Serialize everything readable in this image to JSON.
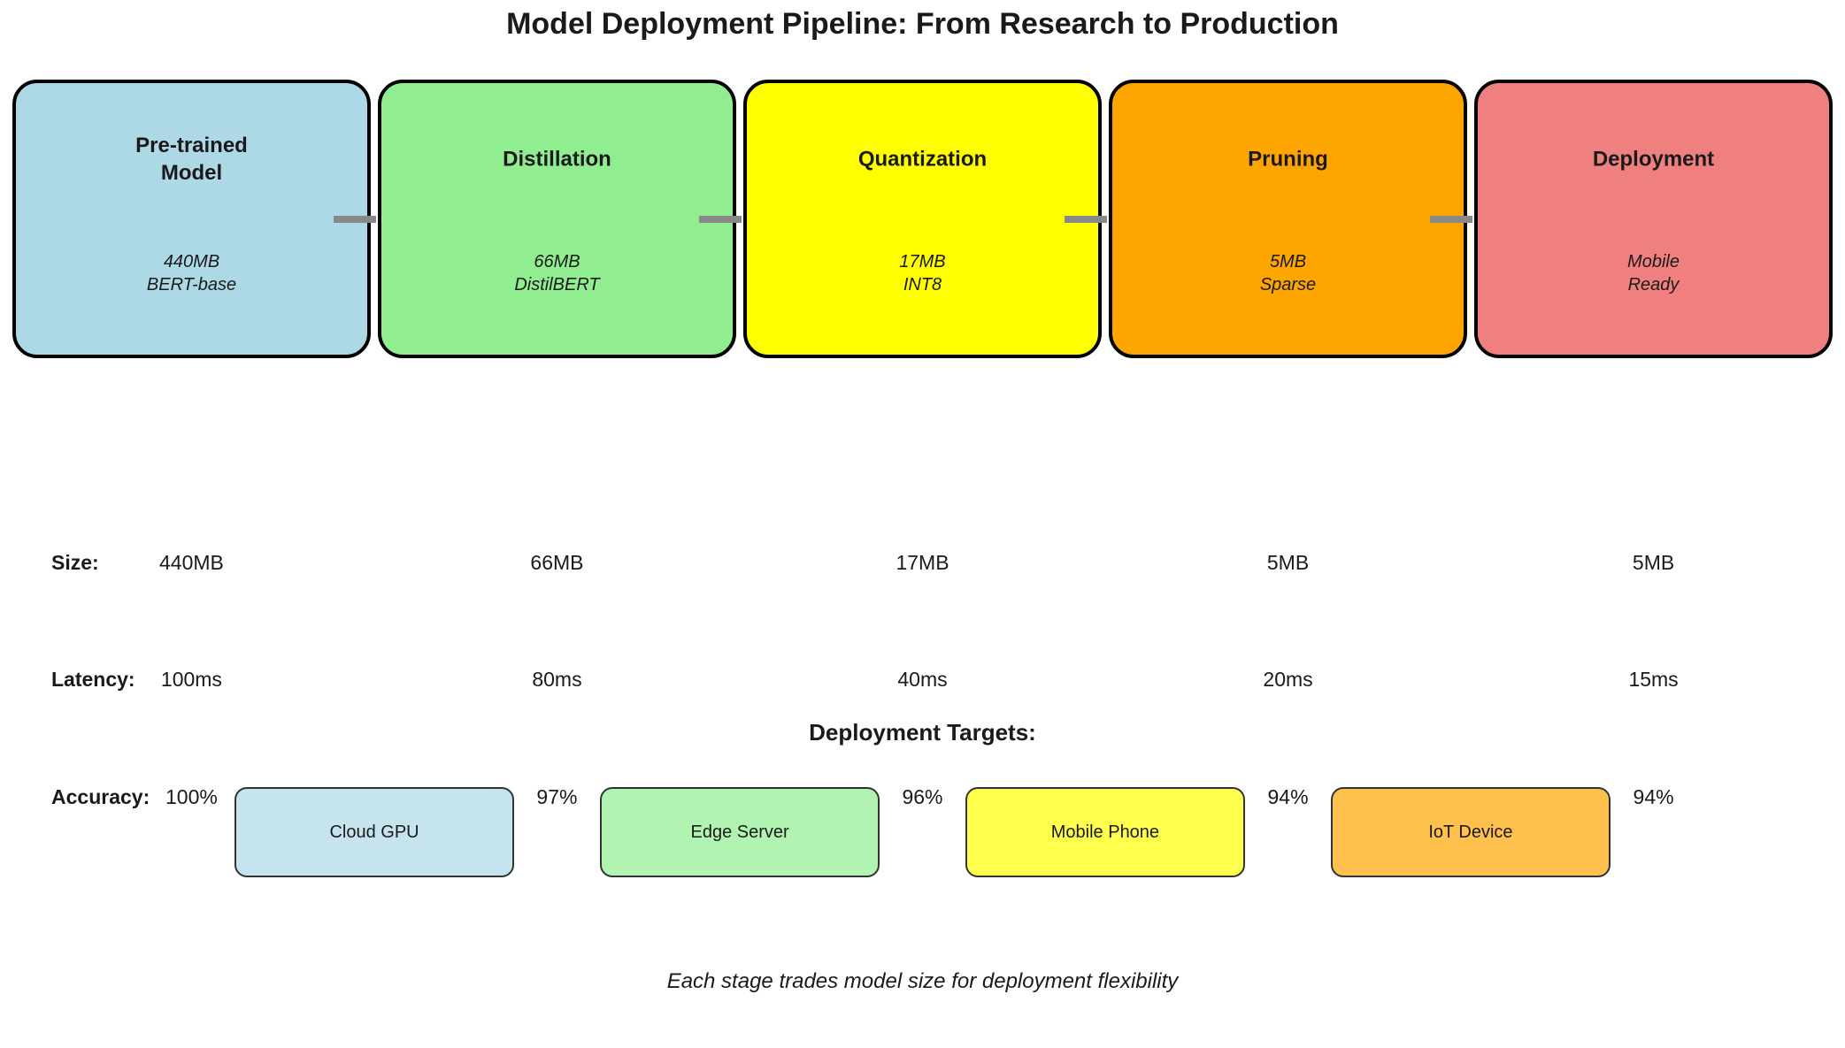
{
  "title": "Model Deployment Pipeline: From Research to Production",
  "pipeline": {
    "connector_color": "#888888",
    "stages": [
      {
        "title_line1": "Pre-trained",
        "title_line2": "Model",
        "detail_line1": "440MB",
        "detail_line2": "BERT-base",
        "color": "#ADD8E6"
      },
      {
        "title_line1": "Distillation",
        "title_line2": "",
        "detail_line1": "66MB",
        "detail_line2": "DistilBERT",
        "color": "#90EE90"
      },
      {
        "title_line1": "Quantization",
        "title_line2": "",
        "detail_line1": "17MB",
        "detail_line2": "INT8",
        "color": "#FFFF00"
      },
      {
        "title_line1": "Pruning",
        "title_line2": "",
        "detail_line1": "5MB",
        "detail_line2": "Sparse",
        "color": "#FFA500"
      },
      {
        "title_line1": "Deployment",
        "title_line2": "",
        "detail_line1": "Mobile",
        "detail_line2": "Ready",
        "color": "#F08080"
      }
    ]
  },
  "metrics": {
    "size": {
      "label": "Size:",
      "values": [
        "440MB",
        "66MB",
        "17MB",
        "5MB",
        "5MB"
      ]
    },
    "latency": {
      "label": "Latency:",
      "values": [
        "100ms",
        "80ms",
        "40ms",
        "20ms",
        "15ms"
      ]
    },
    "accuracy": {
      "label": "Accuracy:",
      "values": [
        "100%",
        "97%",
        "96%",
        "94%",
        "94%"
      ]
    }
  },
  "targets": {
    "heading": "Deployment Targets:",
    "items": [
      {
        "label": "Cloud GPU",
        "color": "#C6E4EE"
      },
      {
        "label": "Edge Server",
        "color": "#B1F3B1"
      },
      {
        "label": "Mobile Phone",
        "color": "#FFFF4D"
      },
      {
        "label": "IoT Device",
        "color": "#FFC14D"
      }
    ]
  },
  "caption": "Each stage trades model size for deployment flexibility"
}
